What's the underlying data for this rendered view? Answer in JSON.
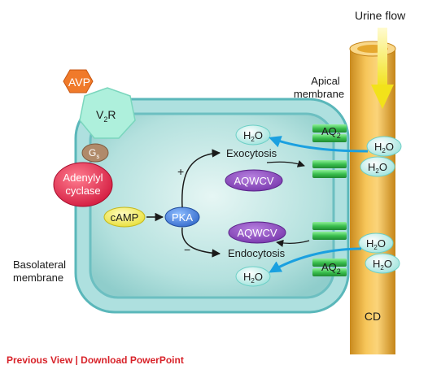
{
  "labels": {
    "urine_flow": "Urine flow",
    "apical_line1": "Apical",
    "apical_line2": "membrane",
    "basolateral_line1": "Basolateral",
    "basolateral_line2": "membrane",
    "cd": "CD",
    "avp": "AVP",
    "v2r_main": "V",
    "v2r_sub": "2",
    "v2r_tail": "R",
    "gs_main": "G",
    "gs_sub": "s",
    "adenylyl": "Adenylyl",
    "cyclase": "cyclase",
    "camp": "cAMP",
    "pka": "PKA",
    "plus": "+",
    "minus": "−",
    "exocytosis": "Exocytosis",
    "endocytosis": "Endocytosis",
    "aqwcv_top": "AQWCV",
    "aqwcv_bottom": "AQWCV",
    "aq2_top_main": "AQ",
    "aq2_top_sub": "2",
    "aq2_bottom_main": "AQ",
    "aq2_bottom_sub": "2",
    "water_main": "H",
    "water_sub": "2",
    "water_tail": "O"
  },
  "caption": "Previous View | Download PowerPoint",
  "colors": {
    "cell_fill": "#8fcfcf",
    "cell_border": "#4fb0b4",
    "avp": "#f07a2a",
    "v2r": "#9fe7d2",
    "gs": "#a88060",
    "adenylyl": "#e5264a",
    "camp": "#f2ee5a",
    "pka": "#3f7fd6",
    "aqwcv": "#8a45c0",
    "aq2": "#3bbf4e",
    "duct": "#f0b040",
    "water_bubble": "#bff0ea",
    "arrow_blue": "#1aa0e0",
    "caption": "#d8232a"
  }
}
